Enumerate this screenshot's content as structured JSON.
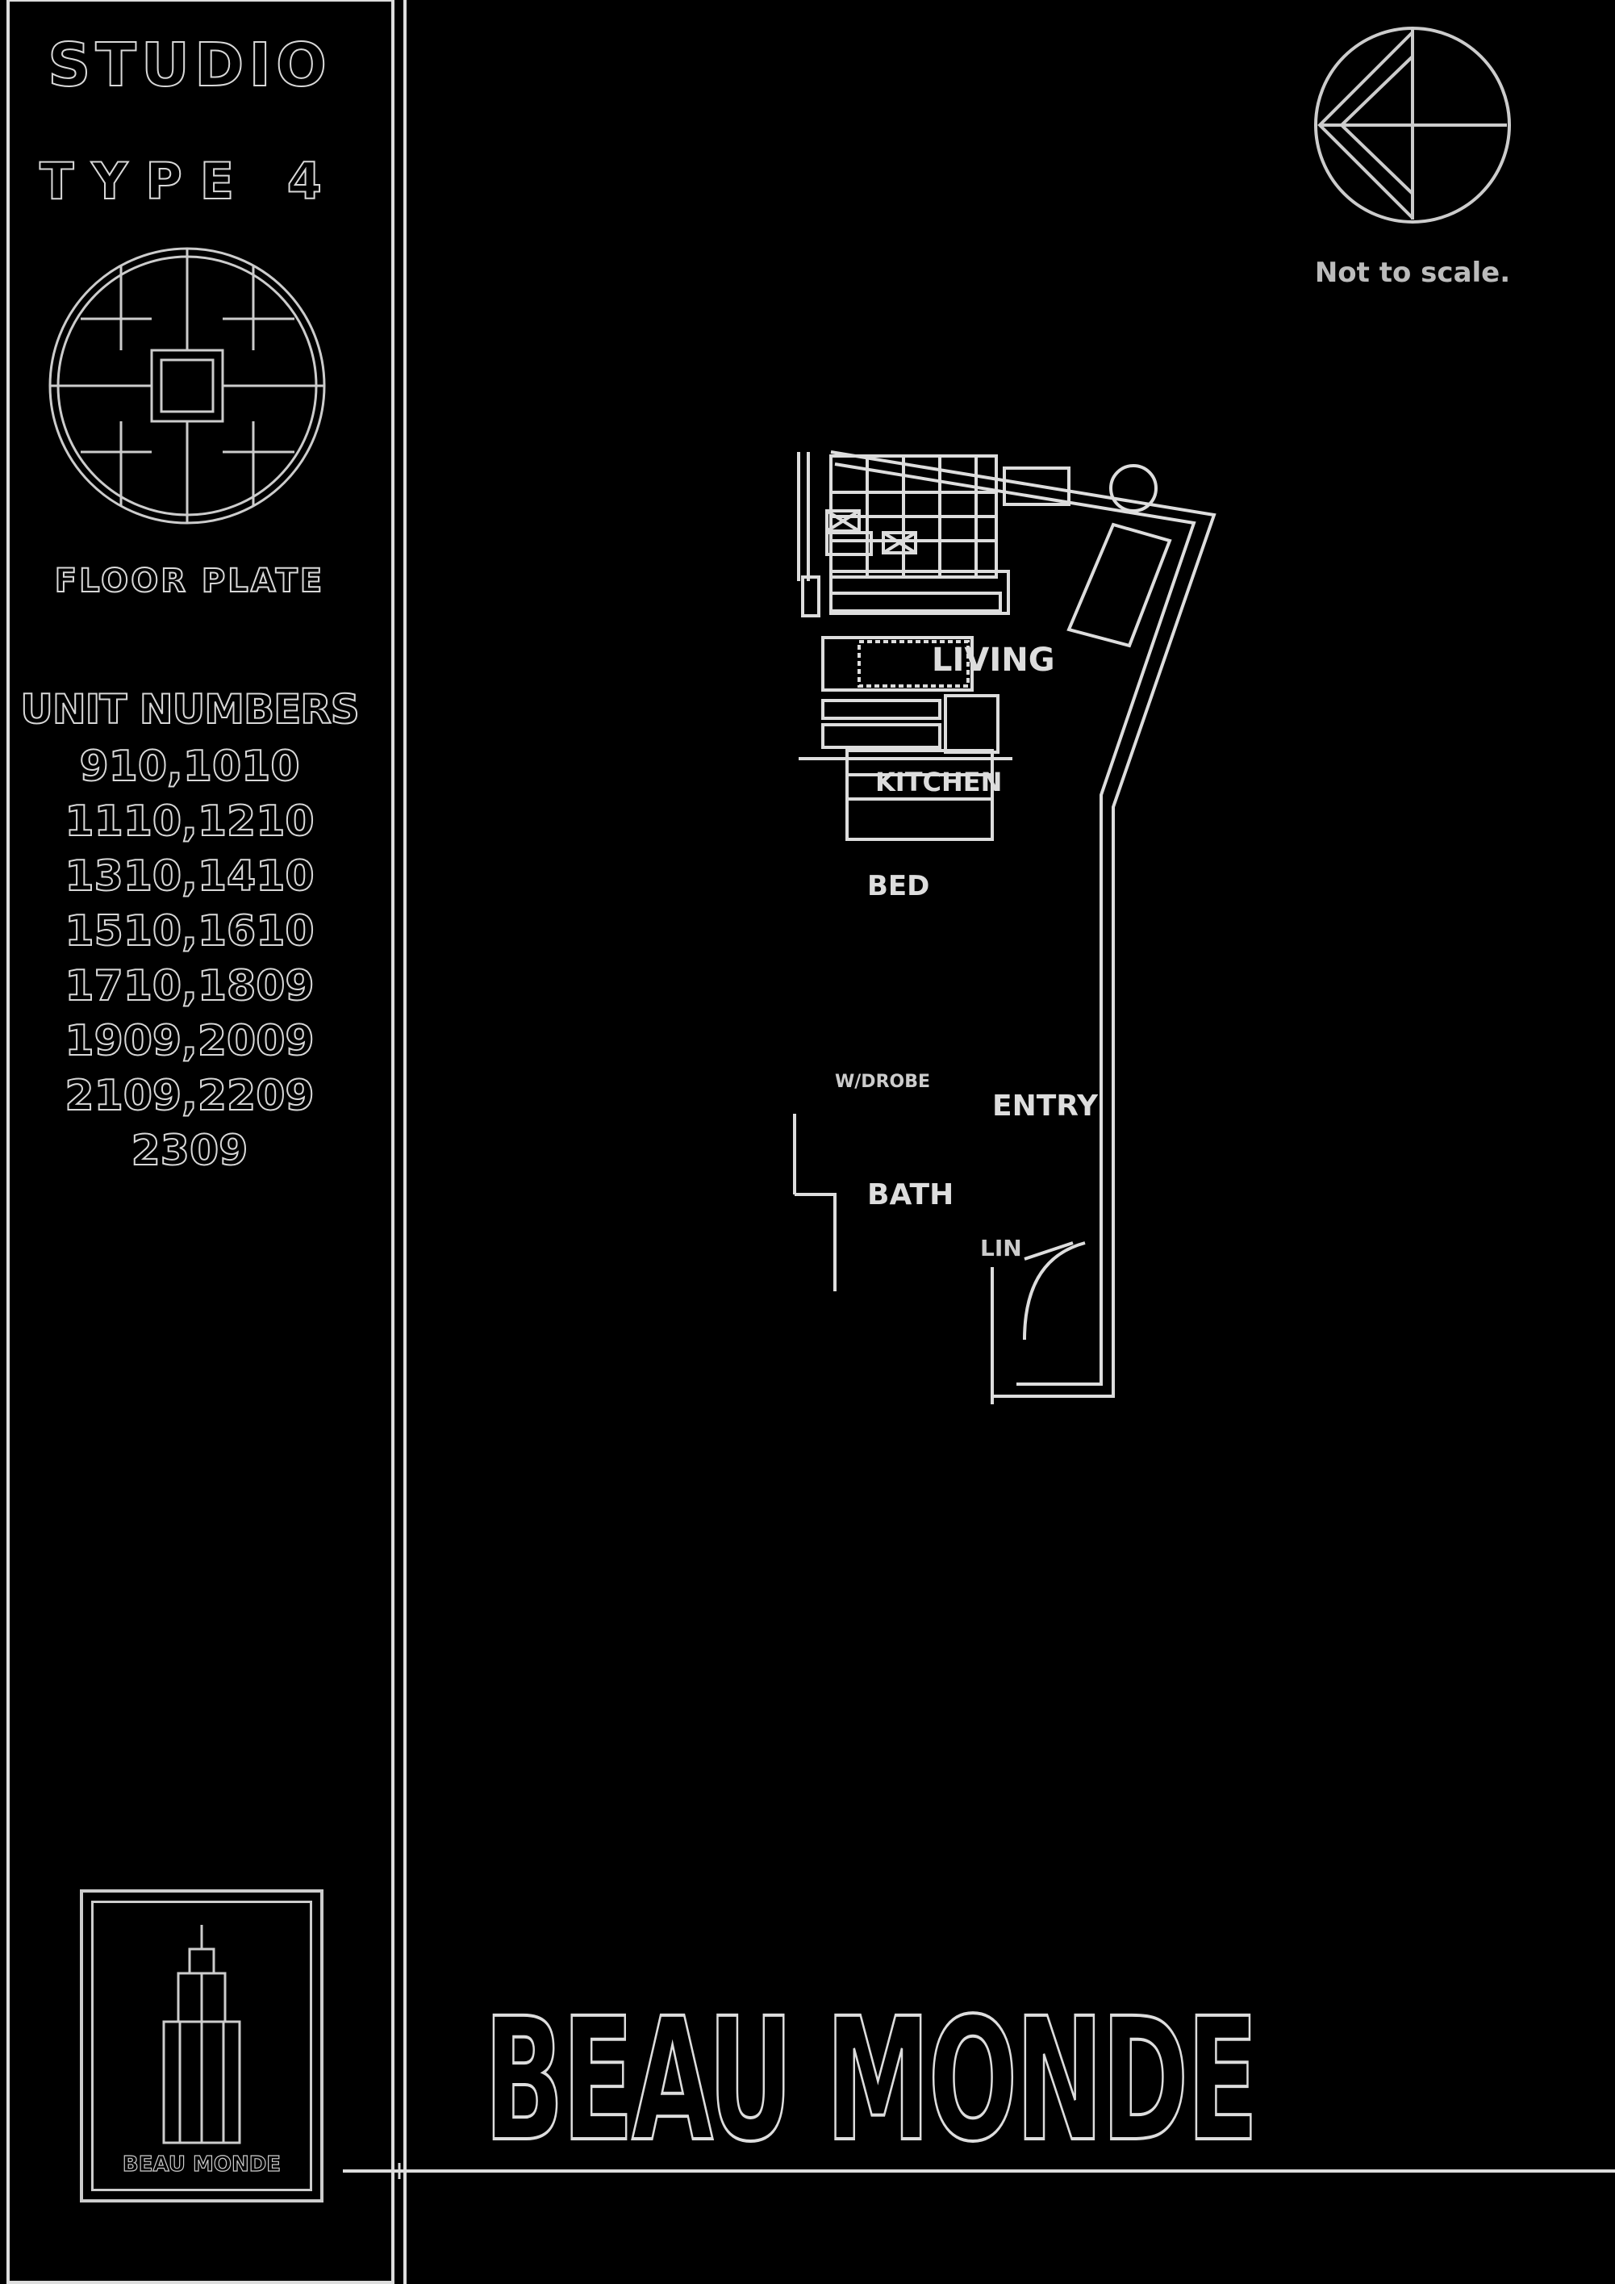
{
  "sidebar": {
    "title": "STUDIO",
    "type": "TYPE 4",
    "floor_plate_label": "FLOOR PLATE",
    "unit_numbers_label": "UNIT NUMBERS",
    "unit_numbers": [
      "910,1010",
      "1110,1210",
      "1310,1410",
      "1510,1610",
      "1710,1809",
      "1909,2009",
      "2109,2209",
      "2309"
    ],
    "logo_text": "BEAU MONDE"
  },
  "compass": {
    "note": "Not to scale."
  },
  "plan": {
    "rooms": {
      "living": "LIVING",
      "kitchen": "KITCHEN",
      "bed": "BED",
      "entry": "ENTRY",
      "bath": "BATH",
      "wic": "W/DROBE",
      "linen": "LIN"
    }
  },
  "brand": {
    "name": "BEAU MONDE"
  }
}
